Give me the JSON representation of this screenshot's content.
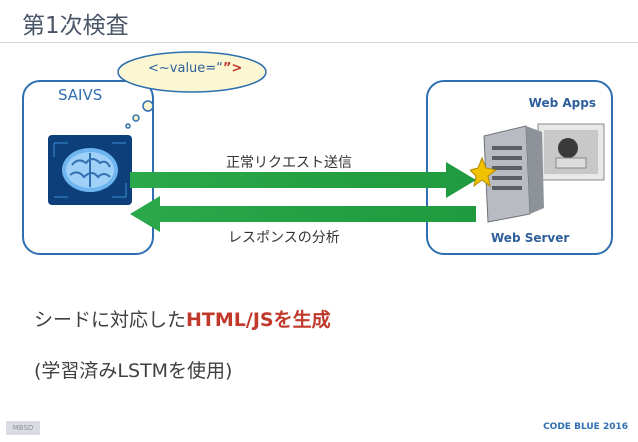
{
  "slide": {
    "title": "第1次検査"
  },
  "saivs": {
    "label": "SAIVS"
  },
  "thought_bubble": {
    "prefix": "<~value=“",
    "highlight": "”>"
  },
  "web_apps": {
    "label": "Web Apps",
    "server_label": "Web Server"
  },
  "arrows": {
    "request_label": "正常リクエスト送信",
    "response_label": "レスポンスの分析"
  },
  "headline": {
    "prefix": "シードに対応した",
    "highlight": "HTML/JSを生成"
  },
  "subline": {
    "text": "(学習済みLSTMを使用)"
  },
  "footer": {
    "left_tag": "MBSD",
    "right_text": "CODE BLUE 2016"
  },
  "colors": {
    "accent_blue": "#2f6fb0",
    "arrow_green": "#2aa84a",
    "highlight_red": "#c0392b",
    "cloud_fill": "#fbf7d3"
  },
  "icons": [
    "brain-chip-icon",
    "web-server-icon",
    "thought-cloud-icon"
  ]
}
